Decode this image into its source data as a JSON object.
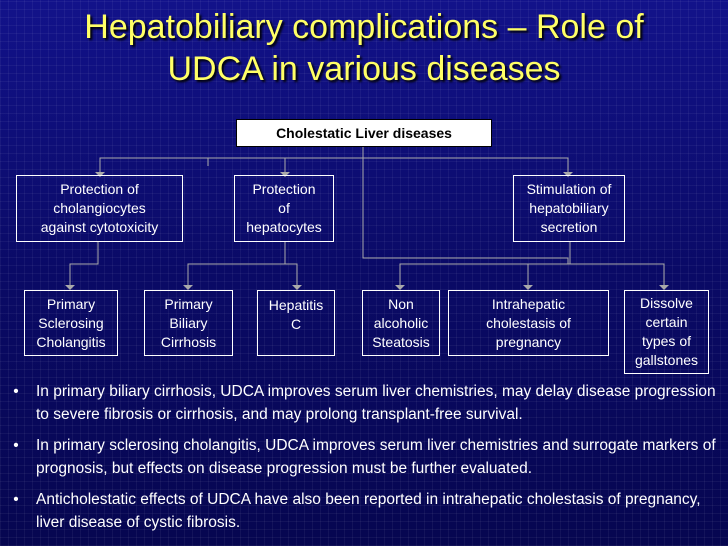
{
  "title": {
    "line1": "Hepatobiliary complications – Role of",
    "line2": "UDCA in  various diseases"
  },
  "root": "Cholestatic Liver diseases",
  "mechanisms": [
    "Protection of\ncholangiocytes\nagainst cytotoxicity",
    "Protection\nof\nhepatocytes",
    "Stimulation of\nhepatobiliary\nsecretion"
  ],
  "diseases": [
    "Primary\nSclerosing\nCholangitis",
    "Primary\nBiliary\nCirrhosis",
    "Hepatitis\nC",
    "Non\nalcoholic\nSteatosis",
    "Intrahepatic\ncholestasis of\npregnancy",
    "Dissolve\ncertain\ntypes of\ngallstones"
  ],
  "bullet_symbol": "•",
  "bullets": [
    "In primary biliary cirrhosis, UDCA improves serum liver chemistries, may delay disease progression to severe fibrosis or cirrhosis, and may prolong transplant-free survival.",
    "In primary sclerosing cholangitis, UDCA improves serum liver chemistries and surrogate markers of prognosis, but effects on disease progression must be further evaluated.",
    "Anticholestatic effects of UDCA have also been reported in intrahepatic cholestasis of pregnancy, liver disease of cystic fibrosis."
  ],
  "colors": {
    "background": "#0b0b6e",
    "title": "#ffff66",
    "text": "#ffffff",
    "lines": "#aaaaaa"
  }
}
